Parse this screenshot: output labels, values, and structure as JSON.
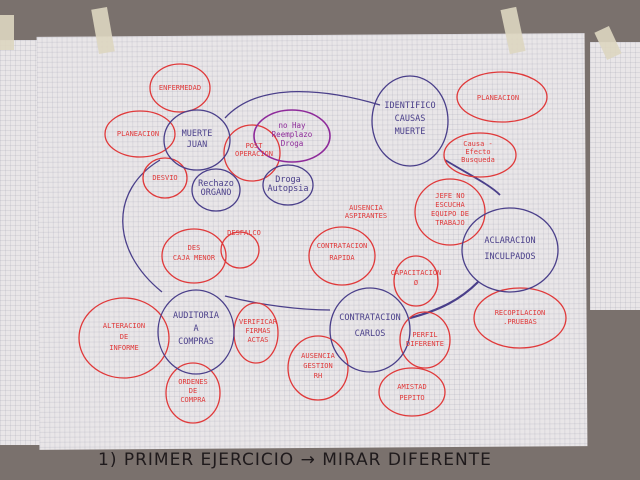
{
  "colors": {
    "red": "#e0393a",
    "blue": "#4a3f8a",
    "purple": "#8e2a9a",
    "wall": "#7a716d",
    "paper": "#e9e6e8"
  },
  "nodes": {
    "muerte_juan": [
      "MUERTE",
      "JUAN"
    ],
    "enfermedad": [
      "ENFERMEDAD"
    ],
    "planeacion_left": [
      "PLANEACION"
    ],
    "desvio": [
      "DESVIO"
    ],
    "rechazo_organo": [
      "Rechazo",
      "ORGANO"
    ],
    "post_operacion": [
      "POST",
      "OPERACION"
    ],
    "no_hay_reemplazo": [
      "no Hay",
      "Reemplazo",
      "Droga"
    ],
    "droga_autopsia": [
      "Droga",
      "Autopsia"
    ],
    "identifico_causas": [
      "IDENTIFICO",
      "CAUSAS",
      "MUERTE"
    ],
    "planeacion_right": [
      "PLANEACION"
    ],
    "causa_efecto": [
      "Causa -",
      "Efecto",
      "Busqueda"
    ],
    "jefe_no_escucha": [
      "JEFE NO",
      "ESCUCHA",
      "EQUIPO DE",
      "TRABAJO"
    ],
    "aclaracion_inculpados": [
      "ACLARACION",
      "INCULPADOS"
    ],
    "recopilacion_pruebas": [
      "RECOPILACION",
      ".PRUEBAS"
    ],
    "contratacion_carlos": [
      "CONTRATACION",
      "CARLOS"
    ],
    "contratacion_rapida": [
      "CONTRATACION",
      "RAPIDA"
    ],
    "ausencia_aspirantes": [
      "AUSENCIA",
      "ASPIRANTES"
    ],
    "capacitacion": [
      "CAPACITACION",
      "Ø"
    ],
    "perfil_diferente": [
      "PERFIL",
      "DIFERENTE"
    ],
    "amistad_pepito": [
      "AMISTAD",
      "PEPITO"
    ],
    "ausencia_gestion_rh": [
      "AUSENCIA",
      "GESTION",
      "RH"
    ],
    "auditoria_compras": [
      "AUDITORIA",
      "A",
      "COMPRAS"
    ],
    "des_caja_menor": [
      "DES",
      "CAJA MENOR"
    ],
    "desfalco": [
      "DESFALCO"
    ],
    "alteracion_informe": [
      "ALTERACION",
      "DE",
      "INFORME"
    ],
    "verificar_firmas": [
      "VERIFICAR",
      "FIRMAS",
      "ACTAS"
    ],
    "ordenes_compra": [
      "ORDENES",
      "DE",
      "COMPRA"
    ]
  },
  "footer": "1) PRIMER EJERCICIO → MIRAR DIFERENTE"
}
